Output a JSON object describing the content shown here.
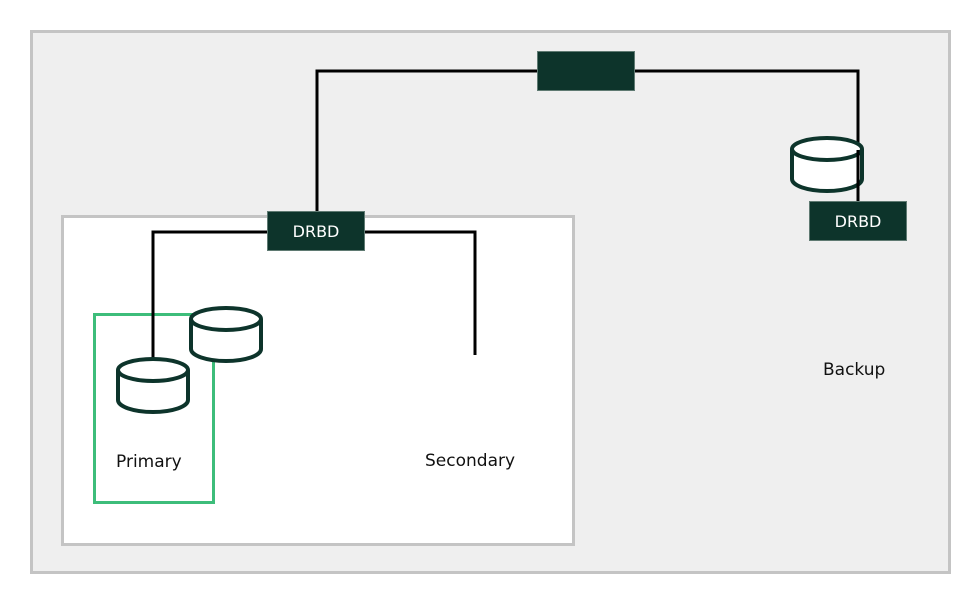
{
  "diagram": {
    "title_box_label": "",
    "nodes": {
      "primary": {
        "label": "Primary"
      },
      "secondary": {
        "label": "Secondary"
      },
      "backup": {
        "label": "Backup"
      }
    },
    "drbd_local": {
      "label": "DRBD"
    },
    "drbd_backup": {
      "label": "DRBD"
    },
    "top_link": {
      "label": ""
    }
  },
  "colors": {
    "drbd_fill": "#0d342b",
    "primary_highlight": "#3dbd7a",
    "container_border": "#c4c4c4",
    "outer_background": "#efefef",
    "disk_stroke": "#0d342b"
  }
}
